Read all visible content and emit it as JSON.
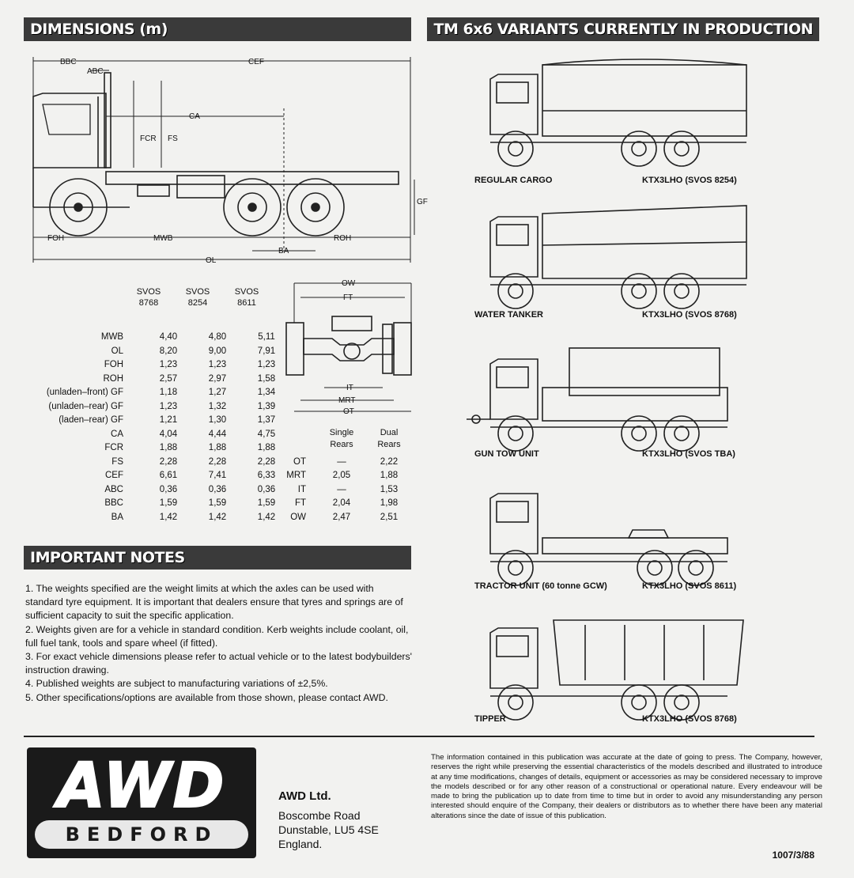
{
  "sections": {
    "dimensions": "DIMENSIONS (m)",
    "variants": "TM 6x6 VARIANTS CURRENTLY IN PRODUCTION",
    "notes": "IMPORTANT NOTES"
  },
  "side_labels": {
    "BBC": "BBC",
    "CEF": "CEF",
    "ABC": "ABC",
    "CA": "CA",
    "FCR": "FCR",
    "FS": "FS",
    "GF": "GF",
    "FOH": "FOH",
    "MWB": "MWB",
    "ROH": "ROH",
    "BA": "BA",
    "OL": "OL"
  },
  "rear_labels": {
    "OW": "OW",
    "FT": "FT",
    "IT": "IT",
    "MRT": "MRT",
    "OT": "OT"
  },
  "dim_table": {
    "headers": [
      [
        "SVOS",
        "8768"
      ],
      [
        "SVOS",
        "8254"
      ],
      [
        "SVOS",
        "8611"
      ]
    ],
    "rows": [
      {
        "label": "MWB",
        "values": [
          "4,40",
          "4,80",
          "5,11"
        ]
      },
      {
        "label": "OL",
        "values": [
          "8,20",
          "9,00",
          "7,91"
        ]
      },
      {
        "label": "FOH",
        "values": [
          "1,23",
          "1,23",
          "1,23"
        ]
      },
      {
        "label": "ROH",
        "values": [
          "2,57",
          "2,97",
          "1,58"
        ]
      },
      {
        "label": "(unladen–front) GF",
        "values": [
          "1,18",
          "1,27",
          "1,34"
        ]
      },
      {
        "label": "(unladen–rear) GF",
        "values": [
          "1,23",
          "1,32",
          "1,39"
        ]
      },
      {
        "label": "(laden–rear) GF",
        "values": [
          "1,21",
          "1,30",
          "1,37"
        ]
      },
      {
        "label": "CA",
        "values": [
          "4,04",
          "4,44",
          "4,75"
        ]
      },
      {
        "label": "FCR",
        "values": [
          "1,88",
          "1,88",
          "1,88"
        ]
      },
      {
        "label": "FS",
        "values": [
          "2,28",
          "2,28",
          "2,28"
        ]
      },
      {
        "label": "CEF",
        "values": [
          "6,61",
          "7,41",
          "6,33"
        ]
      },
      {
        "label": "ABC",
        "values": [
          "0,36",
          "0,36",
          "0,36"
        ]
      },
      {
        "label": "BBC",
        "values": [
          "1,59",
          "1,59",
          "1,59"
        ]
      },
      {
        "label": "BA",
        "values": [
          "1,42",
          "1,42",
          "1,42"
        ]
      }
    ]
  },
  "rear_table": {
    "headers": [
      [
        "Single",
        "Rears"
      ],
      [
        "Dual",
        "Rears"
      ]
    ],
    "rows": [
      {
        "label": "OT",
        "values": [
          "—",
          "2,22"
        ]
      },
      {
        "label": "MRT",
        "values": [
          "2,05",
          "1,88"
        ]
      },
      {
        "label": "IT",
        "values": [
          "—",
          "1,53"
        ]
      },
      {
        "label": "FT",
        "values": [
          "2,04",
          "1,98"
        ]
      },
      {
        "label": "OW",
        "values": [
          "2,47",
          "2,51"
        ]
      }
    ]
  },
  "notes": [
    "1. The weights specified are the weight limits at which the axles can be used with standard tyre equipment. It is important that dealers ensure that tyres and springs are of sufficient capacity to suit the specific application.",
    "2. Weights given are for a vehicle in standard condition. Kerb weights include coolant, oil, full fuel tank, tools and spare wheel (if fitted).",
    "3. For exact vehicle dimensions please refer to actual vehicle or to the latest bodybuilders' instruction drawing.",
    "4. Published weights are subject to manufacturing variations of ±2,5%.",
    "5. Other specifications/options are available from those shown, please contact AWD."
  ],
  "variants": [
    {
      "name": "REGULAR CARGO",
      "code": "KTX3LHO (SVOS 8254)"
    },
    {
      "name": "WATER TANKER",
      "code": "KTX3LHO (SVOS 8768)"
    },
    {
      "name": "GUN TOW UNIT",
      "code": "KTX3LHO (SVOS TBA)"
    },
    {
      "name": "TRACTOR UNIT (60 tonne GCW)",
      "code": "KTX3LHO (SVOS 8611)"
    },
    {
      "name": "TIPPER",
      "code": "KTX3LHO (SVOS 8768)"
    }
  ],
  "logo": {
    "main": "AWD",
    "sub": "BEDFORD"
  },
  "company": {
    "name": "AWD Ltd.",
    "address": [
      "Boscombe Road",
      "Dunstable, LU5 4SE",
      "England."
    ]
  },
  "disclaimer": "The information contained in this publication was accurate at the date of going to press. The Company, however, reserves the right while preserving the essential characteristics of the models described and illustrated to introduce at any time modifications, changes of details, equipment or accessories as may be considered necessary to improve the models described or for any other reason of a constructional or operational nature. Every endeavour will be made to bring the publication up to date from time to time but in order to avoid any misunderstanding any person interested should enquire of the Company, their dealers or distributors as to whether there have been any material alterations since the date of issue of this publication.",
  "doc_ref": "1007/3/88"
}
